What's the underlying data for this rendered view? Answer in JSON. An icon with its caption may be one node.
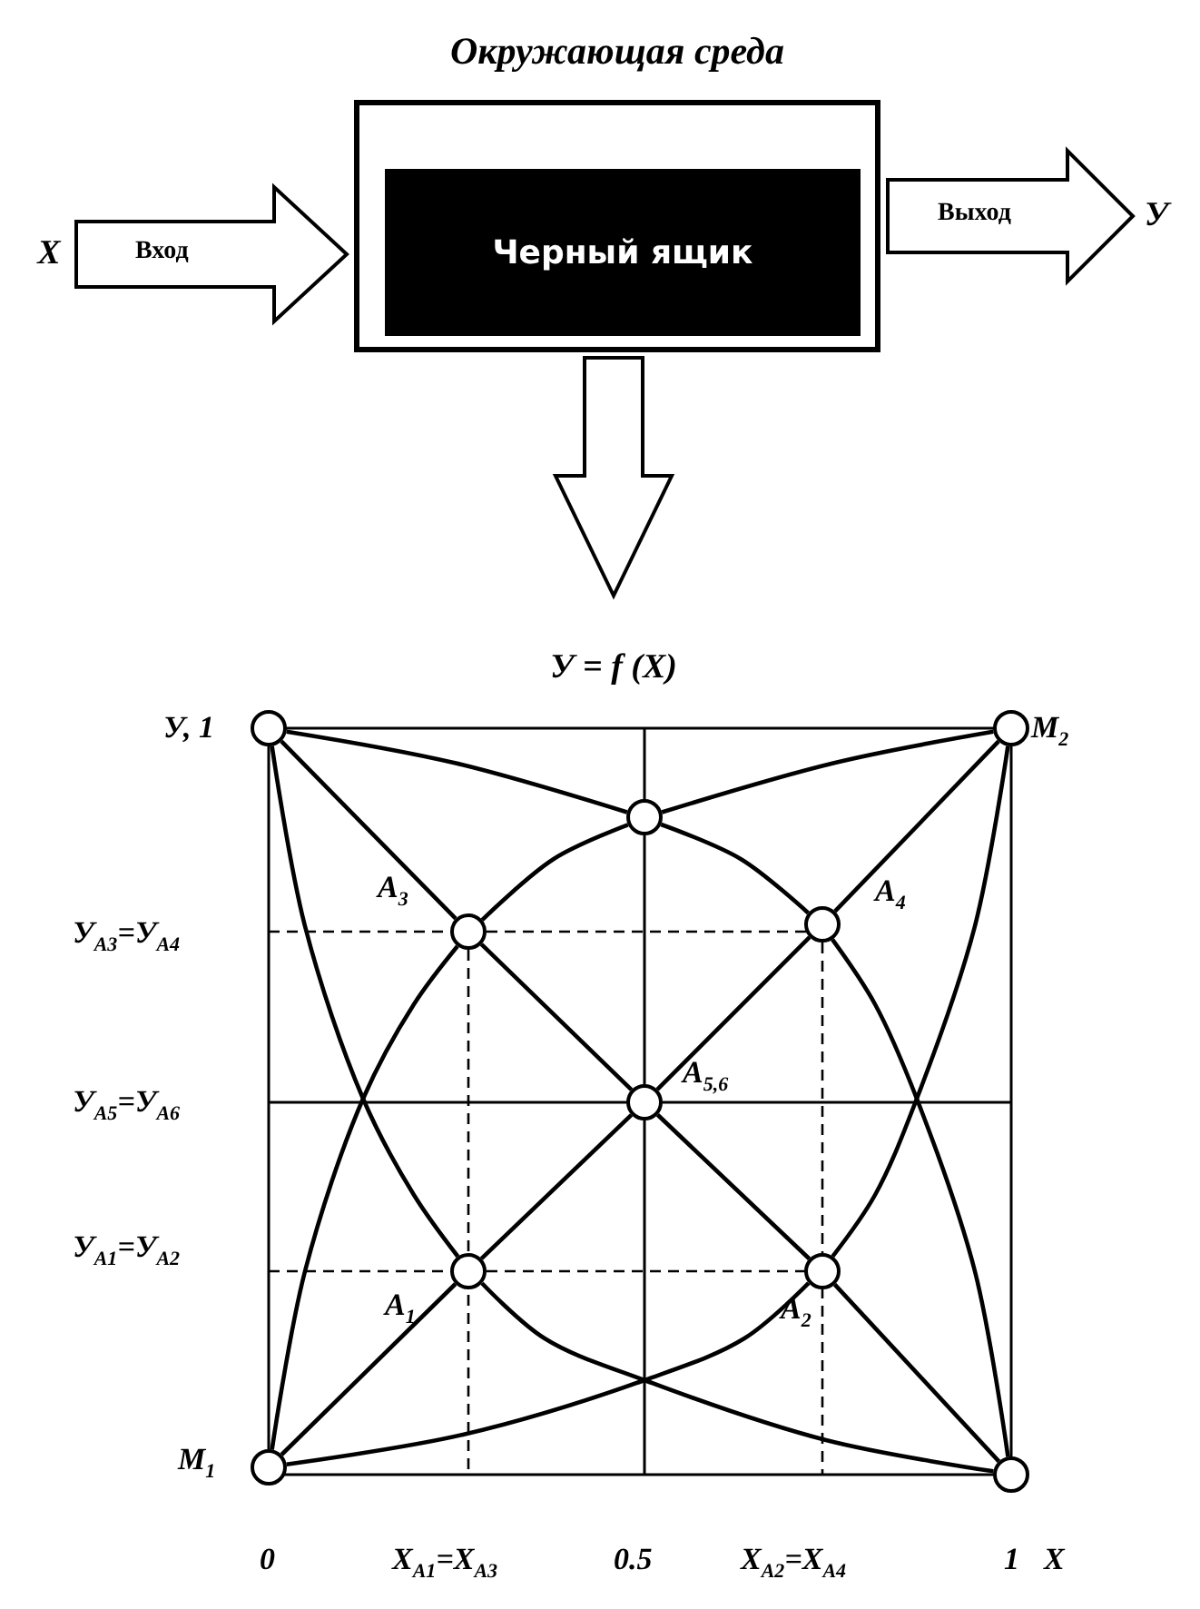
{
  "diagram": {
    "nodes": [
      {
        "text": [
          "Окружающая среда"
        ]
      },
      {
        "text": [
          "Черный ящик"
        ],
        "in": 0
      },
      {
        "text": [
          "X"
        ]
      },
      {
        "text": [
          "У"
        ]
      },
      {
        "text": [
          "У = f (X)"
        ]
      },
      {
        "text": [],
        "shape": "circle",
        "beside": [
          "У, 1"
        ]
      },
      {
        "text": [],
        "shape": "circle",
        "beside": [
          "M$_{2}$"
        ]
      },
      {
        "text": [],
        "shape": "circle"
      },
      {
        "text": [],
        "shape": "circle",
        "beside": [
          "A$_{3}$"
        ]
      },
      {
        "text": [],
        "shape": "circle",
        "beside": [
          "A$_{4}$"
        ]
      },
      {
        "text": [],
        "shape": "circle",
        "beside": [
          "A$_{5,6}$"
        ]
      },
      {
        "text": [],
        "shape": "circle",
        "beside": [
          "A$_{1}$"
        ]
      },
      {
        "text": [],
        "shape": "circle",
        "beside": [
          "A$_{2}$"
        ]
      },
      {
        "text": [],
        "shape": "circle",
        "beside": [
          "M$_{1}$"
        ]
      },
      {
        "text": [],
        "shape": "circle"
      }
    ],
    "edges": [
      {
        "from": 2,
        "to": 0,
        "arrow": "to",
        "label": "Вход",
        "style": "thick"
      },
      {
        "from": 0,
        "to": 3,
        "arrow": "to",
        "label": "Выход",
        "style": "thick"
      },
      {
        "from": 0,
        "to": 4,
        "arrow": "to",
        "style": "thick"
      },
      {
        "from": 5,
        "to": 7,
        "arrow": "none"
      },
      {
        "from": 7,
        "to": 6,
        "arrow": "none"
      },
      {
        "from": 8,
        "to": 7,
        "arrow": "none"
      },
      {
        "from": 7,
        "to": 9,
        "arrow": "none"
      },
      {
        "from": 13,
        "to": 8,
        "arrow": "none"
      },
      {
        "from": 9,
        "to": 14,
        "arrow": "none"
      },
      {
        "from": 5,
        "to": 11,
        "arrow": "none"
      },
      {
        "from": 12,
        "to": 6,
        "arrow": "none"
      },
      {
        "from": 11,
        "to": 14,
        "arrow": "none"
      },
      {
        "from": 13,
        "to": 12,
        "arrow": "none"
      },
      {
        "from": 5,
        "to": 8,
        "arrow": "none"
      },
      {
        "from": 8,
        "to": 10,
        "arrow": "none"
      },
      {
        "from": 10,
        "to": 12,
        "arrow": "none"
      },
      {
        "from": 12,
        "to": 14,
        "arrow": "none"
      },
      {
        "from": 6,
        "to": 9,
        "arrow": "none"
      },
      {
        "from": 9,
        "to": 10,
        "arrow": "none"
      },
      {
        "from": 10,
        "to": 11,
        "arrow": "none"
      },
      {
        "from": 11,
        "to": 13,
        "arrow": "none"
      }
    ],
    "labels": [
      "У$_{A3}$=У$_{A4}$",
      "У$_{A5}$=У$_{A6}$",
      "У$_{A1}$=У$_{A2}$",
      "0",
      "X$_{A1}$=X$_{A3}$",
      "0.5",
      "X$_{A2}$=X$_{A4}$",
      "1",
      "X"
    ]
  }
}
